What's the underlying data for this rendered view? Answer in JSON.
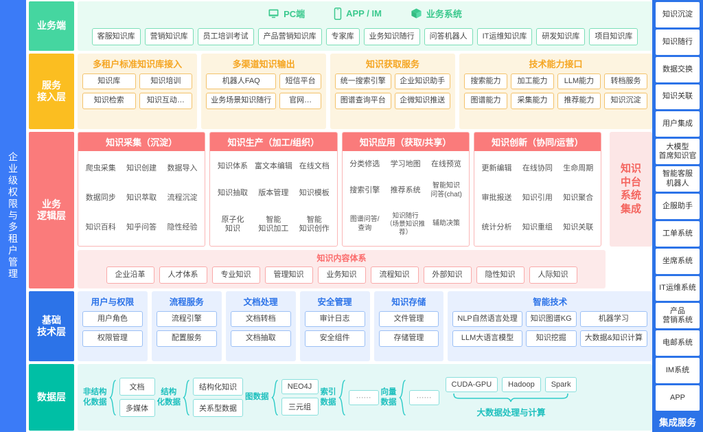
{
  "left_sidebar": {
    "label": "企业级权限与多租户管理"
  },
  "layers": [
    {
      "id": "business-end",
      "label": "业务端",
      "color": "#45D6A0",
      "icons": [
        {
          "name": "pc-icon",
          "label": "PC端"
        },
        {
          "name": "mobile-icon",
          "label": "APP / IM"
        },
        {
          "name": "cube-icon",
          "label": "业务系统"
        }
      ],
      "chips": [
        "客服知识库",
        "营销知识库",
        "员工培训考试",
        "产品营销知识库",
        "专家库",
        "业务知识随行",
        "问答机器人",
        "IT运维知识库",
        "研发知识库",
        "项目知识库"
      ]
    },
    {
      "id": "service-access",
      "label": "服务\n接入层",
      "color": "#FBBE21",
      "groups": [
        {
          "title": "多租户标准知识库接入",
          "cols": 2,
          "chips": [
            "知识库",
            "知识培训",
            "知识检索",
            "知识互动…"
          ]
        },
        {
          "title": "多渠道知识输出",
          "cols": 2,
          "chips": [
            "机器人FAQ",
            "短信平台",
            "业务场景知识随行",
            "官网…"
          ]
        },
        {
          "title": "知识获取服务",
          "cols": 2,
          "chips": [
            "统一搜索引擎",
            "企业知识助手",
            "图谱查询平台",
            "企微知识推送"
          ]
        },
        {
          "title": "技术能力接口",
          "cols": 4,
          "chips": [
            "搜索能力",
            "加工能力",
            "LLM能力",
            "转档服务",
            "图谱能力",
            "采集能力",
            "推荐能力",
            "知识沉淀"
          ]
        }
      ]
    },
    {
      "id": "business-logic",
      "label": "业务\n逻辑层",
      "color": "#FA7B7B",
      "cards": [
        {
          "title": "知识采集（沉淀）",
          "items": [
            "爬虫采集",
            "知识创建",
            "数据导入",
            "数据同步",
            "知识萃取",
            "流程沉淀",
            "知识百科",
            "知乎问答",
            "隐性经验"
          ]
        },
        {
          "title": "知识生产（加工/组织）",
          "items": [
            "知识体系",
            "富文本编辑",
            "在线文档",
            "知识抽取",
            "版本管理",
            "知识模板",
            "原子化\n知识",
            "智能\n知识加工",
            "智能\n知识创作"
          ]
        },
        {
          "title": "知识应用（获取/共享）",
          "items": [
            "分类修选",
            "学习地图",
            "在线预览",
            "搜索引擎",
            "推荐系统",
            "智能知识\n问答(chat)",
            "图谱问答/\n查询",
            "知识随行\n（场景知识推荐）",
            "辅助决策"
          ]
        },
        {
          "title": "知识创新（协同/运营）",
          "items": [
            "更新编辑",
            "在线协同",
            "生命周期",
            "审批报送",
            "知识引用",
            "知识聚合",
            "统计分析",
            "知识重组",
            "知识关联"
          ]
        }
      ],
      "side_label": "知识\n中台\n系统\n集成",
      "content_system": {
        "title": "知识内容体系",
        "chips": [
          "企业沿革",
          "人才体系",
          "专业知识",
          "管理知识",
          "业务知识",
          "流程知识",
          "外部知识",
          "隐性知识",
          "人际知识"
        ]
      }
    },
    {
      "id": "base-tech",
      "label": "基础\n技术层",
      "color": "#2C73E8",
      "groups": [
        {
          "title": "用户与权限",
          "cols": 1,
          "chips": [
            "用户角色",
            "权限管理"
          ]
        },
        {
          "title": "流程服务",
          "cols": 1,
          "chips": [
            "流程引擎",
            "配置服务"
          ]
        },
        {
          "title": "文档处理",
          "cols": 1,
          "chips": [
            "文档转档",
            "文档抽取"
          ]
        },
        {
          "title": "安全管理",
          "cols": 1,
          "chips": [
            "审计日志",
            "安全组件"
          ]
        },
        {
          "title": "知识存储",
          "cols": 1,
          "chips": [
            "文件管理",
            "存储管理"
          ]
        },
        {
          "title": "智能技术",
          "cols": 3,
          "chips": [
            "NLP自然语言处理",
            "知识图谱KG",
            "机器学习",
            "LLM大语言模型",
            "知识挖掘",
            "大数据&知识计算"
          ]
        }
      ]
    },
    {
      "id": "data-layer",
      "label": "数据层",
      "color": "#00BFA5",
      "brace_groups": [
        {
          "label": "非结构\n化数据",
          "items": [
            "文档",
            "多媒体"
          ]
        },
        {
          "label": "结构\n化数据",
          "items": [
            "结构化知识",
            "关系型数据"
          ]
        },
        {
          "label": "图数据",
          "items": [
            "NEO4J",
            "三元组"
          ]
        },
        {
          "label": "索引\n数据",
          "items": [
            "······"
          ]
        },
        {
          "label": "向量\n数据",
          "items": [
            "······"
          ]
        }
      ],
      "bigdata": {
        "chips": [
          "CUDA-GPU",
          "Hadoop",
          "Spark"
        ],
        "caption": "大数据处理与计算"
      }
    }
  ],
  "right_sidebar": {
    "items": [
      "知识沉淀",
      "知识随行",
      "数据交换",
      "知识关联",
      "用户集成",
      "大模型\n首席知识官",
      "智能客服\n机器人",
      "企服助手",
      "工单系统",
      "坐席系统",
      "IT运维系统",
      "产品\n营销系统",
      "电邮系统",
      "IM系统",
      "APP"
    ],
    "footer": "集成服务"
  }
}
